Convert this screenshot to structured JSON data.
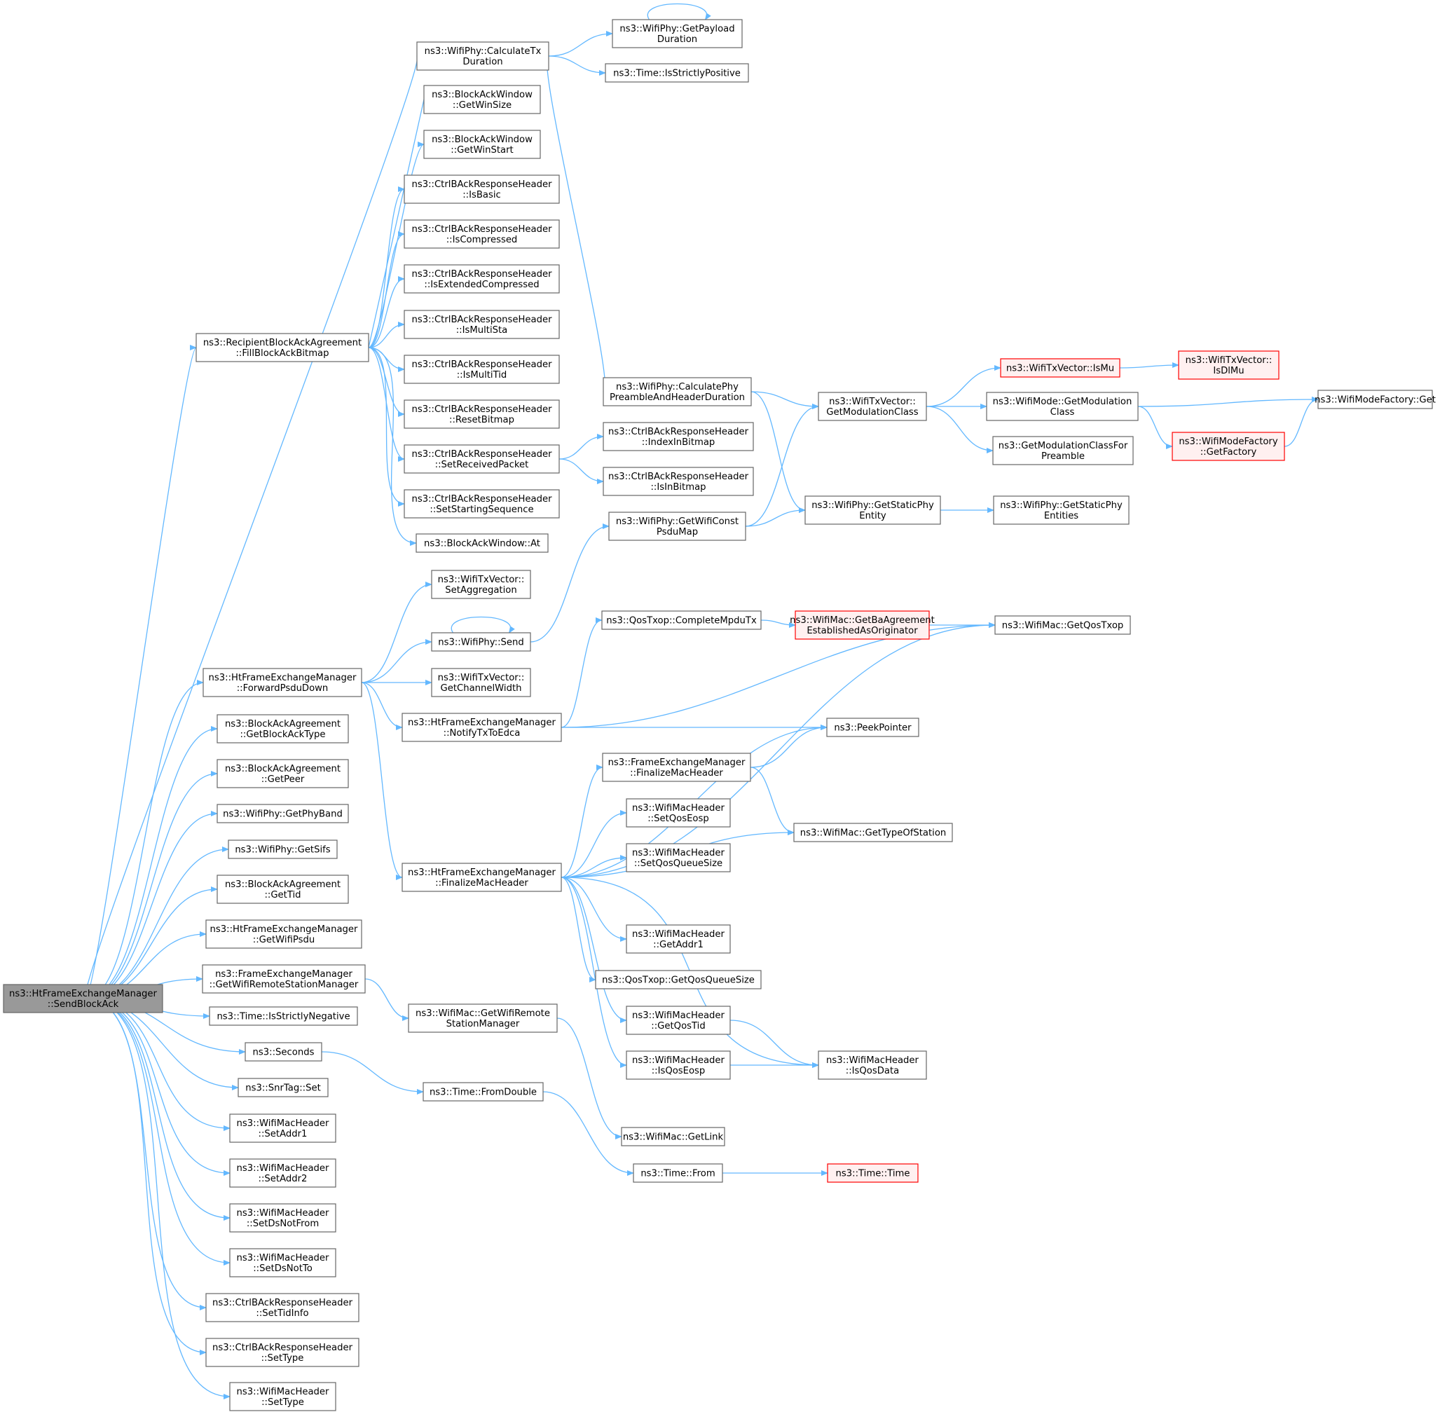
{
  "colors": {
    "edge": "#63b8ff",
    "node_border": "#666666",
    "node_fill": "#ffffff",
    "root_fill": "#999999",
    "root_border": "#666666",
    "truncated_fill": "#fff0f0",
    "truncated_border": "#ff0000"
  },
  "nodes": [
    {
      "id": "root",
      "kind": "root",
      "lines": [
        "ns3::HtFrameExchangeManager",
        "::SendBlockAck"
      ]
    },
    {
      "id": "calcTx",
      "lines": [
        "ns3::WifiPhy::CalculateTx",
        "Duration"
      ]
    },
    {
      "id": "getPayload",
      "lines": [
        "ns3::WifiPhy::GetPayload",
        "Duration"
      ]
    },
    {
      "id": "strictPos",
      "lines": [
        "ns3::Time::IsStrictlyPositive"
      ]
    },
    {
      "id": "winSize",
      "lines": [
        "ns3::BlockAckWindow",
        "::GetWinSize"
      ]
    },
    {
      "id": "winStart",
      "lines": [
        "ns3::BlockAckWindow",
        "::GetWinStart"
      ]
    },
    {
      "id": "isBasic",
      "lines": [
        "ns3::CtrlBAckResponseHeader",
        "::IsBasic"
      ]
    },
    {
      "id": "isCompressed",
      "lines": [
        "ns3::CtrlBAckResponseHeader",
        "::IsCompressed"
      ]
    },
    {
      "id": "isExtComp",
      "lines": [
        "ns3::CtrlBAckResponseHeader",
        "::IsExtendedCompressed"
      ]
    },
    {
      "id": "isMultiSta",
      "lines": [
        "ns3::CtrlBAckResponseHeader",
        "::IsMultiSta"
      ]
    },
    {
      "id": "isMultiTid",
      "lines": [
        "ns3::CtrlBAckResponseHeader",
        "::IsMultiTid"
      ]
    },
    {
      "id": "resetBitmap",
      "lines": [
        "ns3::CtrlBAckResponseHeader",
        "::ResetBitmap"
      ]
    },
    {
      "id": "setRecv",
      "lines": [
        "ns3::CtrlBAckResponseHeader",
        "::SetReceivedPacket"
      ]
    },
    {
      "id": "setStartSeq",
      "lines": [
        "ns3::CtrlBAckResponseHeader",
        "::SetStartingSequence"
      ]
    },
    {
      "id": "bawAt",
      "lines": [
        "ns3::BlockAckWindow::At"
      ]
    },
    {
      "id": "fillBitmap",
      "lines": [
        "ns3::RecipientBlockAckAgreement",
        "::FillBlockAckBitmap"
      ]
    },
    {
      "id": "calcPhyPre",
      "lines": [
        "ns3::WifiPhy::CalculatePhy",
        "PreambleAndHeaderDuration"
      ]
    },
    {
      "id": "indexInBitmap",
      "lines": [
        "ns3::CtrlBAckResponseHeader",
        "::IndexInBitmap"
      ]
    },
    {
      "id": "isInBitmap",
      "lines": [
        "ns3::CtrlBAckResponseHeader",
        "::IsInBitmap"
      ]
    },
    {
      "id": "getModClass",
      "lines": [
        "ns3::WifiTxVector::",
        "GetModulationClass"
      ]
    },
    {
      "id": "isMu",
      "kind": "truncated",
      "lines": [
        "ns3::WifiTxVector::IsMu"
      ]
    },
    {
      "id": "isDlMu",
      "kind": "truncated",
      "lines": [
        "ns3::WifiTxVector::",
        "IsDlMu"
      ]
    },
    {
      "id": "modeGetModClass",
      "lines": [
        "ns3::WifiMode::GetModulation",
        "Class"
      ]
    },
    {
      "id": "factoryGet",
      "lines": [
        "ns3::WifiModeFactory::Get"
      ]
    },
    {
      "id": "getFactory",
      "kind": "truncated",
      "lines": [
        "ns3::WifiModeFactory",
        "::GetFactory"
      ]
    },
    {
      "id": "modClassPre",
      "lines": [
        "ns3::GetModulationClassFor",
        "Preamble"
      ]
    },
    {
      "id": "staticPhyEntity",
      "lines": [
        "ns3::WifiPhy::GetStaticPhy",
        "Entity"
      ]
    },
    {
      "id": "staticPhyEntities",
      "lines": [
        "ns3::WifiPhy::GetStaticPhy",
        "Entities"
      ]
    },
    {
      "id": "getConstPsdu",
      "lines": [
        "ns3::WifiPhy::GetWifiConst",
        "PsduMap"
      ]
    },
    {
      "id": "setAggr",
      "lines": [
        "ns3::WifiTxVector::",
        "SetAggregation"
      ]
    },
    {
      "id": "phySend",
      "lines": [
        "ns3::WifiPhy::Send"
      ]
    },
    {
      "id": "chanWidth",
      "lines": [
        "ns3::WifiTxVector::",
        "GetChannelWidth"
      ]
    },
    {
      "id": "fwdPsdu",
      "lines": [
        "ns3::HtFrameExchangeManager",
        "::ForwardPsduDown"
      ]
    },
    {
      "id": "notifyEdca",
      "lines": [
        "ns3::HtFrameExchangeManager",
        "::NotifyTxToEdca"
      ]
    },
    {
      "id": "completeMpdu",
      "lines": [
        "ns3::QosTxop::CompleteMpduTx"
      ]
    },
    {
      "id": "baAgree",
      "kind": "truncated",
      "lines": [
        "ns3::WifiMac::GetBaAgreement",
        "EstablishedAsOriginator"
      ]
    },
    {
      "id": "getQosTxop",
      "lines": [
        "ns3::WifiMac::GetQosTxop"
      ]
    },
    {
      "id": "peekPointer",
      "lines": [
        "ns3::PeekPointer"
      ]
    },
    {
      "id": "feFinalize",
      "lines": [
        "ns3::FrameExchangeManager",
        "::FinalizeMacHeader"
      ]
    },
    {
      "id": "typeOfStation",
      "lines": [
        "ns3::WifiMac::GetTypeOfStation"
      ]
    },
    {
      "id": "setQosEosp",
      "lines": [
        "ns3::WifiMacHeader",
        "::SetQosEosp"
      ]
    },
    {
      "id": "setQosQueue",
      "lines": [
        "ns3::WifiMacHeader",
        "::SetQosQueueSize"
      ]
    },
    {
      "id": "htFinalize",
      "lines": [
        "ns3::HtFrameExchangeManager",
        "::FinalizeMacHeader"
      ]
    },
    {
      "id": "getAddr1",
      "lines": [
        "ns3::WifiMacHeader",
        "::GetAddr1"
      ]
    },
    {
      "id": "qosQueueSize",
      "lines": [
        "ns3::QosTxop::GetQosQueueSize"
      ]
    },
    {
      "id": "getQosTid",
      "lines": [
        "ns3::WifiMacHeader",
        "::GetQosTid"
      ]
    },
    {
      "id": "isQosEosp",
      "lines": [
        "ns3::WifiMacHeader",
        "::IsQosEosp"
      ]
    },
    {
      "id": "isQosData",
      "lines": [
        "ns3::WifiMacHeader",
        "::IsQosData"
      ]
    },
    {
      "id": "getBAType",
      "lines": [
        "ns3::BlockAckAgreement",
        "::GetBlockAckType"
      ]
    },
    {
      "id": "getPeer",
      "lines": [
        "ns3::BlockAckAgreement",
        "::GetPeer"
      ]
    },
    {
      "id": "phyBand",
      "lines": [
        "ns3::WifiPhy::GetPhyBand"
      ]
    },
    {
      "id": "getSifs",
      "lines": [
        "ns3::WifiPhy::GetSifs"
      ]
    },
    {
      "id": "getTid",
      "lines": [
        "ns3::BlockAckAgreement",
        "::GetTid"
      ]
    },
    {
      "id": "getWifiPsdu",
      "lines": [
        "ns3::HtFrameExchangeManager",
        "::GetWifiPsdu"
      ]
    },
    {
      "id": "feRsm",
      "lines": [
        "ns3::FrameExchangeManager",
        "::GetWifiRemoteStationManager"
      ]
    },
    {
      "id": "macRsm",
      "lines": [
        "ns3::WifiMac::GetWifiRemote",
        "StationManager"
      ]
    },
    {
      "id": "strictNeg",
      "lines": [
        "ns3::Time::IsStrictlyNegative"
      ]
    },
    {
      "id": "seconds",
      "lines": [
        "ns3::Seconds"
      ]
    },
    {
      "id": "fromDouble",
      "lines": [
        "ns3::Time::FromDouble"
      ]
    },
    {
      "id": "snrSet",
      "lines": [
        "ns3::SnrTag::Set"
      ]
    },
    {
      "id": "getLink",
      "lines": [
        "ns3::WifiMac::GetLink"
      ]
    },
    {
      "id": "timeFrom",
      "lines": [
        "ns3::Time::From"
      ]
    },
    {
      "id": "timeTime",
      "kind": "truncated",
      "lines": [
        "ns3::Time::Time"
      ]
    },
    {
      "id": "setAddr1",
      "lines": [
        "ns3::WifiMacHeader",
        "::SetAddr1"
      ]
    },
    {
      "id": "setAddr2",
      "lines": [
        "ns3::WifiMacHeader",
        "::SetAddr2"
      ]
    },
    {
      "id": "setDsNotFrom",
      "lines": [
        "ns3::WifiMacHeader",
        "::SetDsNotFrom"
      ]
    },
    {
      "id": "setDsNotTo",
      "lines": [
        "ns3::WifiMacHeader",
        "::SetDsNotTo"
      ]
    },
    {
      "id": "setTidInfo",
      "lines": [
        "ns3::CtrlBAckResponseHeader",
        "::SetTidInfo"
      ]
    },
    {
      "id": "ctrlSetType",
      "lines": [
        "ns3::CtrlBAckResponseHeader",
        "::SetType"
      ]
    },
    {
      "id": "macSetType",
      "lines": [
        "ns3::WifiMacHeader",
        "::SetType"
      ]
    }
  ],
  "edges": [
    [
      "root",
      "calcTx"
    ],
    [
      "root",
      "fillBitmap"
    ],
    [
      "root",
      "fwdPsdu"
    ],
    [
      "root",
      "getBAType"
    ],
    [
      "root",
      "getPeer"
    ],
    [
      "root",
      "phyBand"
    ],
    [
      "root",
      "getSifs"
    ],
    [
      "root",
      "getTid"
    ],
    [
      "root",
      "getWifiPsdu"
    ],
    [
      "root",
      "feRsm"
    ],
    [
      "root",
      "strictNeg"
    ],
    [
      "root",
      "seconds"
    ],
    [
      "root",
      "snrSet"
    ],
    [
      "root",
      "setAddr1"
    ],
    [
      "root",
      "setAddr2"
    ],
    [
      "root",
      "setDsNotFrom"
    ],
    [
      "root",
      "setDsNotTo"
    ],
    [
      "root",
      "setTidInfo"
    ],
    [
      "root",
      "ctrlSetType"
    ],
    [
      "root",
      "macSetType"
    ],
    [
      "calcTx",
      "getPayload"
    ],
    [
      "calcTx",
      "strictPos"
    ],
    [
      "calcTx",
      "calcPhyPre"
    ],
    [
      "getPayload",
      "getPayload"
    ],
    [
      "fillBitmap",
      "winSize"
    ],
    [
      "fillBitmap",
      "winStart"
    ],
    [
      "fillBitmap",
      "isBasic"
    ],
    [
      "fillBitmap",
      "isCompressed"
    ],
    [
      "fillBitmap",
      "isExtComp"
    ],
    [
      "fillBitmap",
      "isMultiSta"
    ],
    [
      "fillBitmap",
      "isMultiTid"
    ],
    [
      "fillBitmap",
      "resetBitmap"
    ],
    [
      "fillBitmap",
      "setRecv"
    ],
    [
      "fillBitmap",
      "setStartSeq"
    ],
    [
      "fillBitmap",
      "bawAt"
    ],
    [
      "setRecv",
      "indexInBitmap"
    ],
    [
      "setRecv",
      "isInBitmap"
    ],
    [
      "calcPhyPre",
      "getModClass"
    ],
    [
      "calcPhyPre",
      "staticPhyEntity"
    ],
    [
      "getModClass",
      "isMu"
    ],
    [
      "getModClass",
      "modeGetModClass"
    ],
    [
      "getModClass",
      "modClassPre"
    ],
    [
      "isMu",
      "isDlMu"
    ],
    [
      "modeGetModClass",
      "factoryGet"
    ],
    [
      "modeGetModClass",
      "getFactory"
    ],
    [
      "getFactory",
      "factoryGet"
    ],
    [
      "staticPhyEntity",
      "staticPhyEntities"
    ],
    [
      "getConstPsdu",
      "getModClass"
    ],
    [
      "getConstPsdu",
      "staticPhyEntity"
    ],
    [
      "fwdPsdu",
      "setAggr"
    ],
    [
      "fwdPsdu",
      "phySend"
    ],
    [
      "fwdPsdu",
      "chanWidth"
    ],
    [
      "fwdPsdu",
      "notifyEdca"
    ],
    [
      "fwdPsdu",
      "htFinalize"
    ],
    [
      "phySend",
      "phySend"
    ],
    [
      "phySend",
      "getConstPsdu"
    ],
    [
      "notifyEdca",
      "completeMpdu"
    ],
    [
      "notifyEdca",
      "getQosTxop"
    ],
    [
      "notifyEdca",
      "peekPointer"
    ],
    [
      "completeMpdu",
      "baAgree"
    ],
    [
      "baAgree",
      "getQosTxop"
    ],
    [
      "htFinalize",
      "getQosTxop"
    ],
    [
      "htFinalize",
      "peekPointer"
    ],
    [
      "htFinalize",
      "feFinalize"
    ],
    [
      "htFinalize",
      "setQosEosp"
    ],
    [
      "htFinalize",
      "setQosQueue"
    ],
    [
      "htFinalize",
      "typeOfStation"
    ],
    [
      "htFinalize",
      "getAddr1"
    ],
    [
      "htFinalize",
      "qosQueueSize"
    ],
    [
      "htFinalize",
      "getQosTid"
    ],
    [
      "htFinalize",
      "isQosEosp"
    ],
    [
      "htFinalize",
      "isQosData"
    ],
    [
      "feFinalize",
      "peekPointer"
    ],
    [
      "feFinalize",
      "typeOfStation"
    ],
    [
      "getQosTid",
      "isQosData"
    ],
    [
      "isQosEosp",
      "isQosData"
    ],
    [
      "feRsm",
      "macRsm"
    ],
    [
      "macRsm",
      "getLink"
    ],
    [
      "seconds",
      "fromDouble"
    ],
    [
      "fromDouble",
      "timeFrom"
    ],
    [
      "timeFrom",
      "timeTime"
    ]
  ]
}
